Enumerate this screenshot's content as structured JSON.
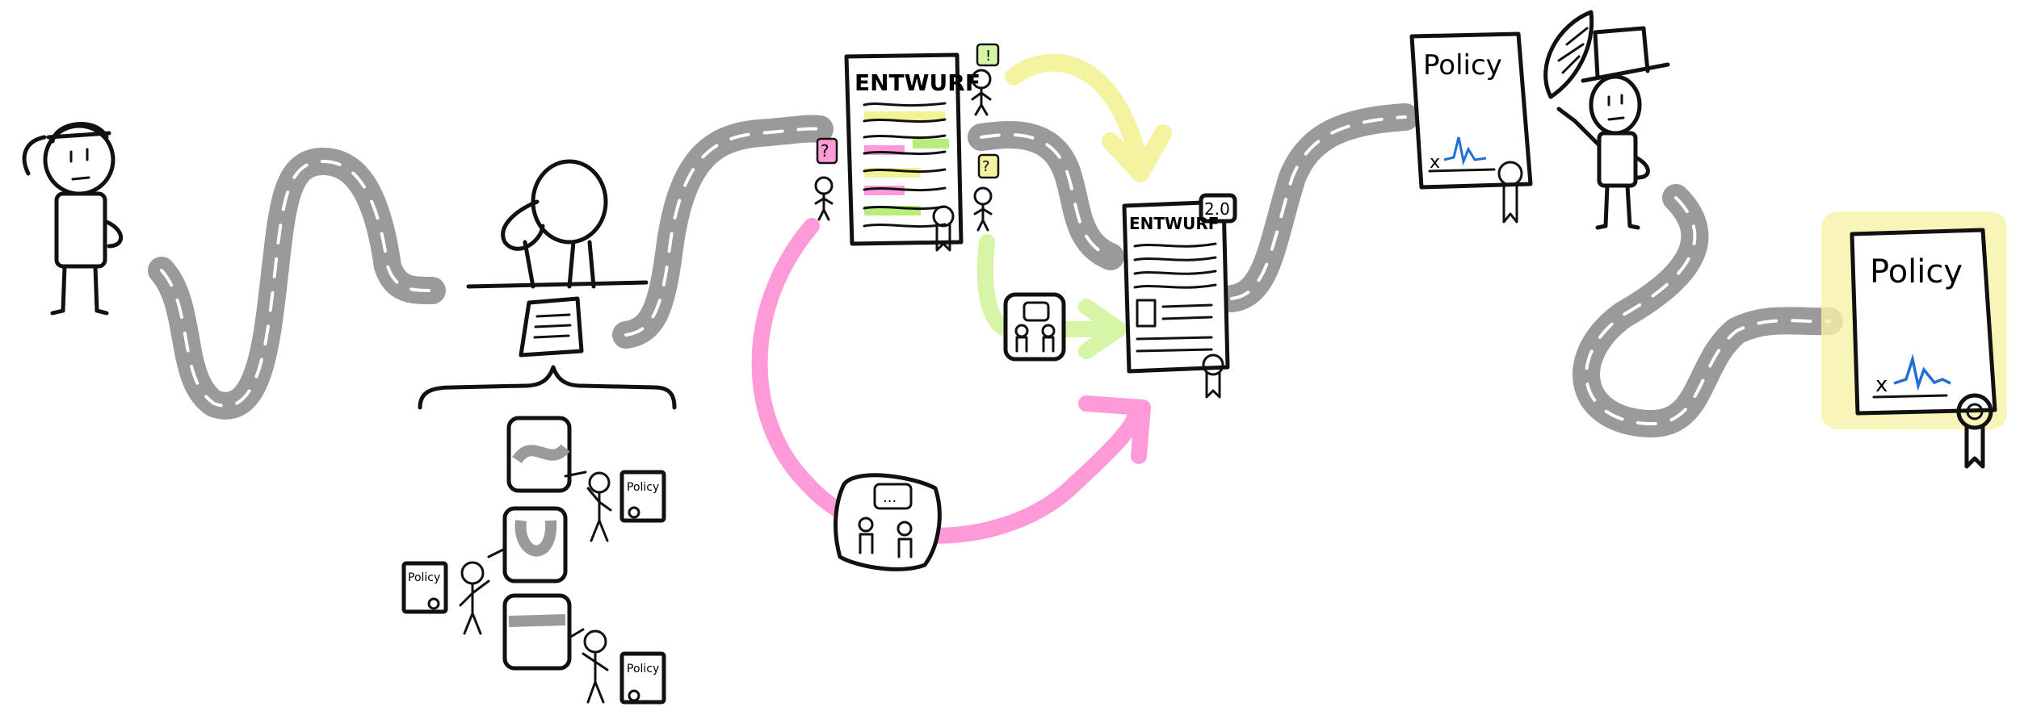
{
  "draft_doc": {
    "title": "ENTWURF"
  },
  "draft_doc_2": {
    "title": "ENTWURF",
    "version": "2.0"
  },
  "policy_signing": {
    "title": "Policy",
    "sign_mark": "x"
  },
  "policy_final": {
    "title": "Policy",
    "sign_mark": "x"
  },
  "variant_policies": [
    {
      "title": "Policy"
    },
    {
      "title": "Policy"
    },
    {
      "title": "Policy"
    }
  ],
  "reviewer_bubbles": {
    "comment": "!",
    "question1": "?",
    "question2": "?"
  },
  "meeting_bubble": {
    "text": "..."
  },
  "colors": {
    "road": "#9a9a9a",
    "yellow_arrow": "#f3f3a0",
    "green_arrow": "#d6f5a6",
    "pink_arrow": "#ff9ad8",
    "highlight_yellow": "#f0f07a",
    "highlight_green": "#a8e85a",
    "highlight_pink": "#ff7fd0",
    "signature_blue": "#1f6fd6",
    "final_glow": "#f7f3a6"
  }
}
